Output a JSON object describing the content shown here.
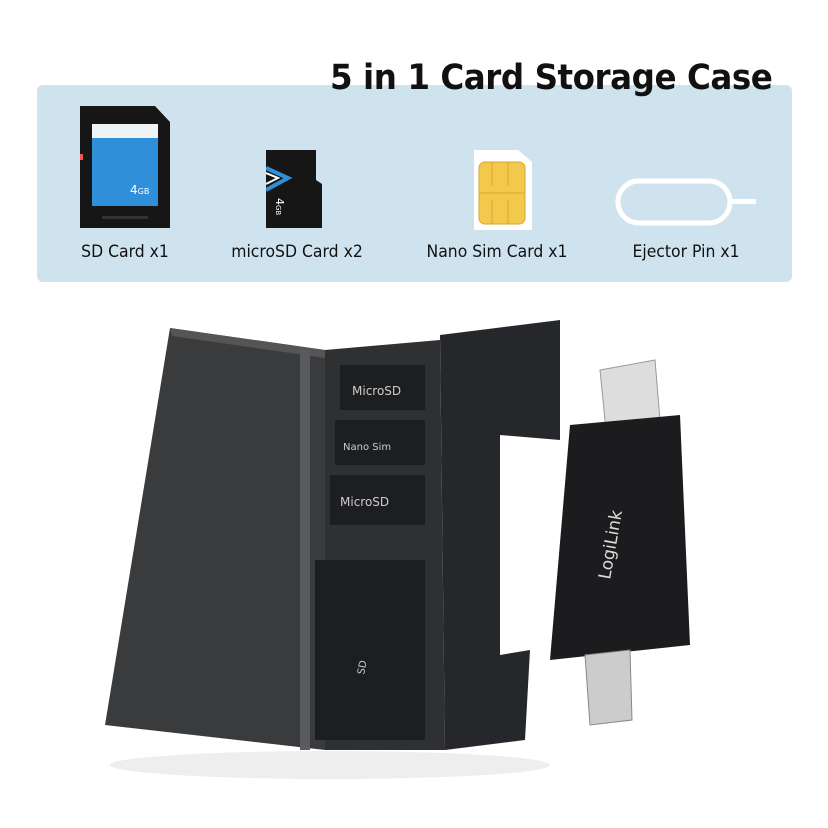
{
  "title": "5 in 1 Card Storage Case",
  "items": [
    {
      "label": "SD Card x1",
      "icon": "sd-card-icon",
      "capacity": "4",
      "unit": "GB"
    },
    {
      "label": "microSD Card x2",
      "icon": "microsd-card-icon",
      "capacity": "4",
      "unit": "GB"
    },
    {
      "label": "Nano Sim Card x1",
      "icon": "sim-card-icon"
    },
    {
      "label": "Ejector Pin x1",
      "icon": "ejector-pin-icon"
    }
  ],
  "product": {
    "slots": [
      "MicroSD",
      "Nano Sim",
      "MicroSD",
      "SD"
    ],
    "reader_brand": "LogiLink"
  },
  "colors": {
    "panel": "#cfe3ef",
    "case": "#3a3b3d",
    "sd_blue": "#2f8fd8",
    "sim_gold": "#f2c94c"
  }
}
